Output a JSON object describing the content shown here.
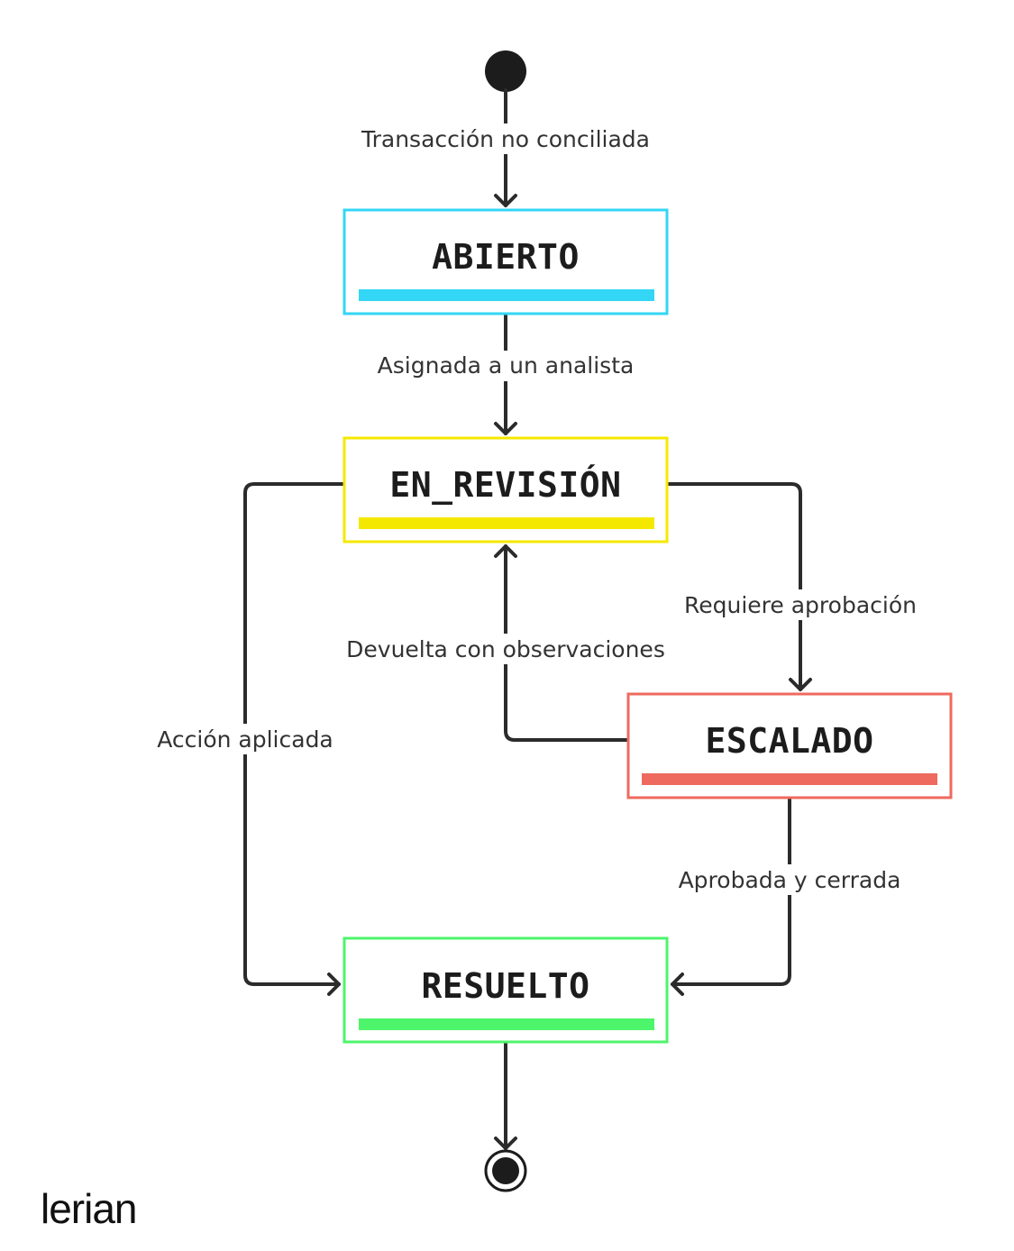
{
  "diagram": {
    "states": {
      "abierto": {
        "label": "ABIERTO",
        "color": "#33d6f5"
      },
      "en_revision": {
        "label": "EN_REVISIÓN",
        "color": "#f5e800"
      },
      "escalado": {
        "label": "ESCALADO",
        "color": "#ee6a5e"
      },
      "resuelto": {
        "label": "RESUELTO",
        "color": "#4df56b"
      }
    },
    "transitions": {
      "start_to_abierto": "Transacción no conciliada",
      "abierto_to_revision": "Asignada a un analista",
      "revision_to_escalado": "Requiere aprobación",
      "escalado_to_revision": "Devuelta con observaciones",
      "revision_to_resuelto": "Acción aplicada",
      "escalado_to_resuelto": "Aprobada y cerrada"
    },
    "start_node": "initial-state",
    "end_node": "final-state"
  },
  "brand": {
    "logo": "lerian"
  }
}
